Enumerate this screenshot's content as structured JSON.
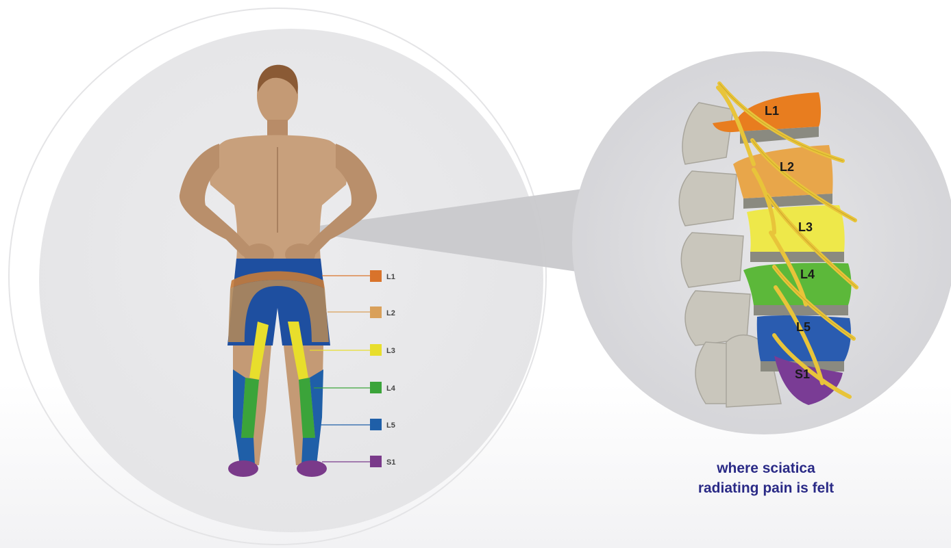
{
  "legend": [
    {
      "label": "L1",
      "color": "#d9732b"
    },
    {
      "label": "L2",
      "color": "#d9a05a"
    },
    {
      "label": "L3",
      "color": "#e8de2c"
    },
    {
      "label": "L4",
      "color": "#3ba43a"
    },
    {
      "label": "L5",
      "color": "#1f5fa8"
    },
    {
      "label": "S1",
      "color": "#7a3a8a"
    }
  ],
  "vertebrae": [
    {
      "label": "L1",
      "color": "#e87d1f"
    },
    {
      "label": "L2",
      "color": "#e8a64a"
    },
    {
      "label": "L3",
      "color": "#eee84a"
    },
    {
      "label": "L4",
      "color": "#5cb83a"
    },
    {
      "label": "L5",
      "color": "#2a5cb0"
    },
    {
      "label": "S1",
      "color": "#7a3c95"
    }
  ],
  "caption": {
    "line1": "where sciatica",
    "line2": "radiating pain is felt"
  },
  "colors": {
    "caption": "#2a2a86",
    "skin": "#c49a75",
    "shorts": "#1e4fa0",
    "nerve": "#e8c43a",
    "bone": "#c9c6bc"
  }
}
